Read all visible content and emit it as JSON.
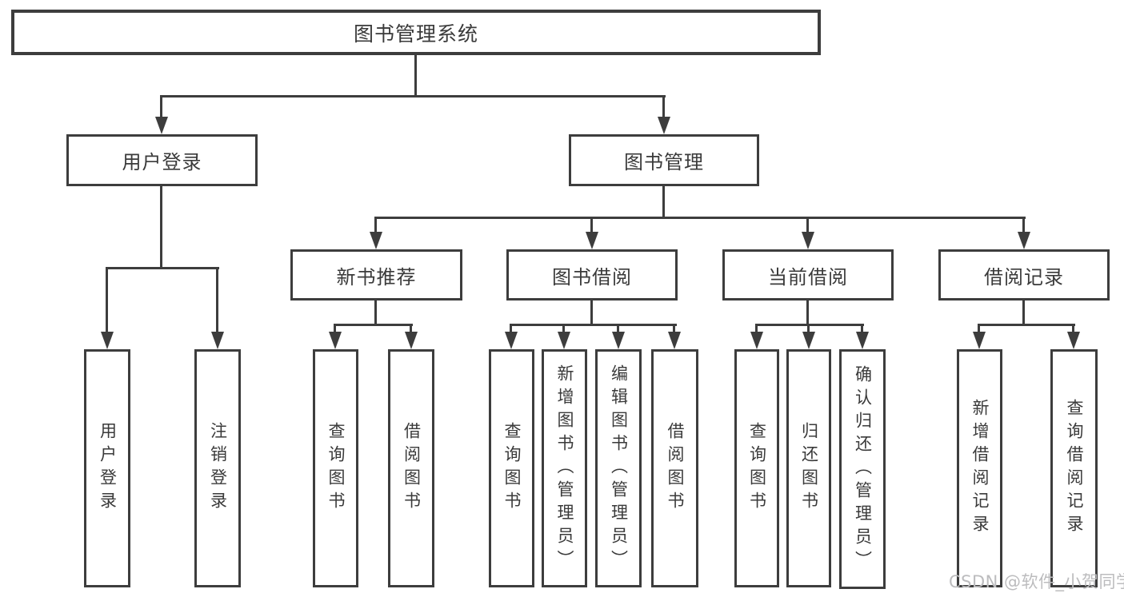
{
  "diagram": {
    "root": {
      "label": "图书管理系统"
    },
    "user_login": {
      "label": "用户登录",
      "children": [
        {
          "label": "用户登录"
        },
        {
          "label": "注销登录"
        }
      ]
    },
    "book_mgmt": {
      "label": "图书管理",
      "groups": [
        {
          "label": "新书推荐",
          "children": [
            {
              "label": "查询图书"
            },
            {
              "label": "借阅图书"
            }
          ]
        },
        {
          "label": "图书借阅",
          "children": [
            {
              "label": "查询图书"
            },
            {
              "label": "新增图书（管理员）"
            },
            {
              "label": "编辑图书（管理员）"
            },
            {
              "label": "借阅图书"
            }
          ]
        },
        {
          "label": "当前借阅",
          "children": [
            {
              "label": "查询图书"
            },
            {
              "label": "归还图书"
            },
            {
              "label": "确认归还（管理员）"
            }
          ]
        },
        {
          "label": "借阅记录",
          "children": [
            {
              "label": "新增借阅记录"
            },
            {
              "label": "查询借阅记录"
            }
          ]
        }
      ]
    },
    "watermark": "CSDN @软件_小贺同学",
    "colors": {
      "line": "#3d3d3d",
      "text": "#3a3a3a",
      "watermark": "#bcbcbe",
      "background": "#ffffff"
    }
  }
}
